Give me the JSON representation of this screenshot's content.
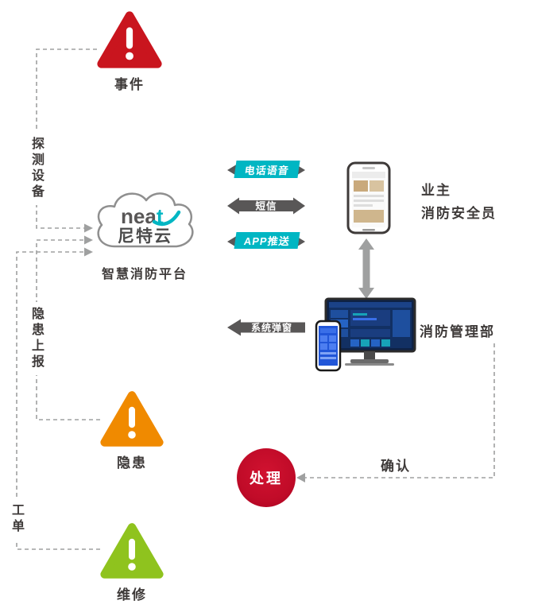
{
  "colors": {
    "text": "#3e3a39",
    "arrow_dark": "#595757",
    "arrow_light": "#9fa0a0",
    "dashed_gray": "#9fa0a0",
    "cyan_accent": "#00b6c3",
    "event_red": "#c9151e",
    "hazard_orange": "#f08a00",
    "repair_green": "#8fc31e",
    "process_red": "#c00b28",
    "cloud_gray": "#8f8f8f"
  },
  "nodes": {
    "event": {
      "label": "事件"
    },
    "platform": {
      "logo_latin": "nea",
      "logo_latin_accent": "t",
      "logo_cjk": "尼特云",
      "label": "智慧消防平台"
    },
    "owner": {
      "line1": "业主",
      "line2": "消防安全员"
    },
    "management": {
      "label": "消防管理部"
    },
    "hazard": {
      "label": "隐患"
    },
    "process": {
      "label": "处理"
    },
    "repair": {
      "label": "维修"
    },
    "confirm": {
      "label": "确认"
    }
  },
  "edges": {
    "detection_device": "探测设备",
    "hazard_report": "隐患上报",
    "work_order": "工单",
    "phone_voice": "电话语音",
    "sms": "短信",
    "app_push": "APP推送",
    "system_popup": "系统弹窗"
  }
}
